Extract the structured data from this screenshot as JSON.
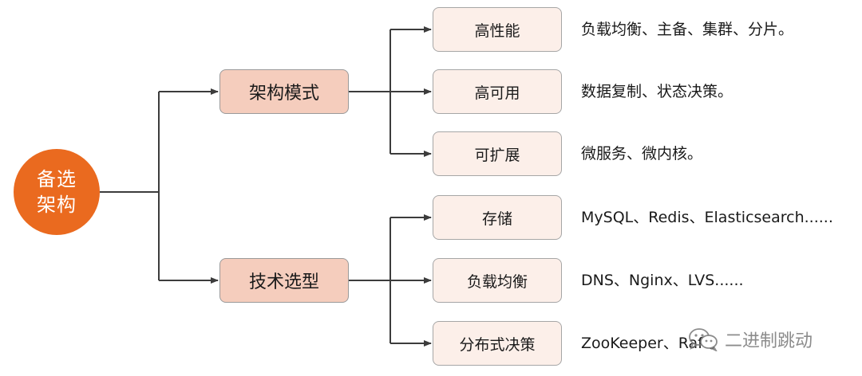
{
  "colors": {
    "root_fill": "#ea6a1f",
    "category_fill": "#f5cdbd",
    "leaf_fill": "#fcefe9",
    "connector": "#3c3c3c"
  },
  "root": {
    "line1": "备选",
    "line2": "架构"
  },
  "categories": [
    {
      "label": "架构模式",
      "items": [
        {
          "label": "高性能",
          "desc": "负载均衡、主备、集群、分片。"
        },
        {
          "label": "高可用",
          "desc": "数据复制、状态决策。"
        },
        {
          "label": "可扩展",
          "desc": "微服务、微内核。"
        }
      ]
    },
    {
      "label": "技术选型",
      "items": [
        {
          "label": "存储",
          "desc": "MySQL、Redis、Elasticsearch......"
        },
        {
          "label": "负载均衡",
          "desc": "DNS、Nginx、LVS......"
        },
        {
          "label": "分布式决策",
          "desc": "ZooKeeper、Raft。"
        }
      ]
    }
  ],
  "watermark": {
    "icon": "wechat-icon",
    "text": "二进制跳动"
  }
}
